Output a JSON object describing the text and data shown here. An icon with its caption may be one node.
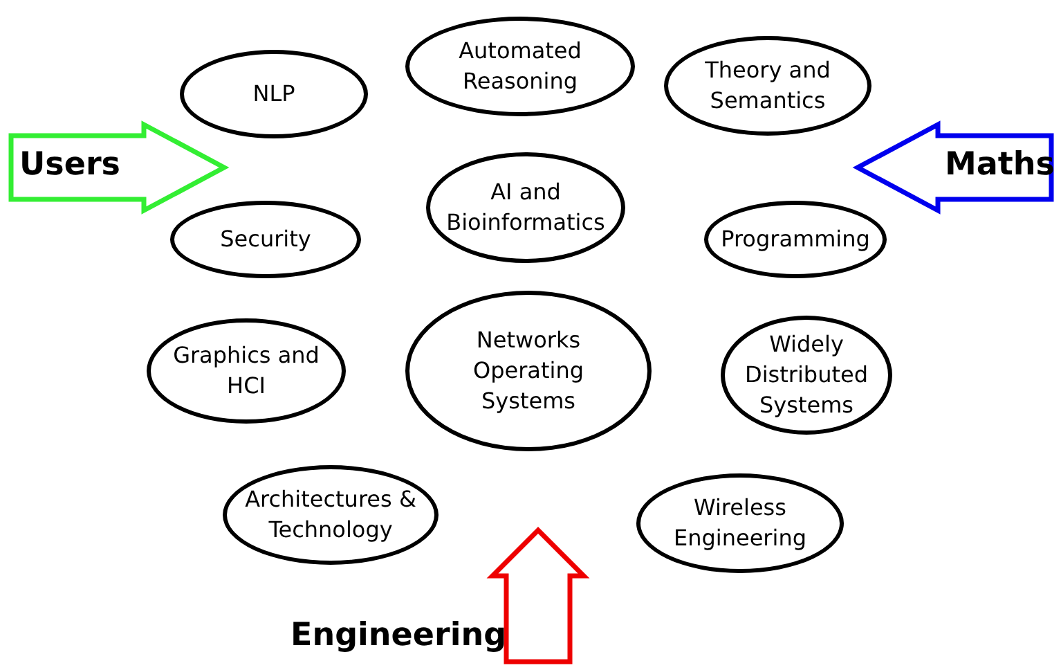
{
  "diagram": {
    "nodes": [
      {
        "text": [
          "NLP"
        ]
      },
      {
        "text": [
          "Automated Reasoning"
        ]
      },
      {
        "text": [
          "Theory and Semantics"
        ]
      },
      {
        "text": [
          "AI and Bioinformatics"
        ]
      },
      {
        "text": [
          "Security"
        ]
      },
      {
        "text": [
          "Programming"
        ]
      },
      {
        "text": [
          "Graphics and HCI"
        ]
      },
      {
        "text": [
          "Networks Operating Systems"
        ]
      },
      {
        "text": [
          "Widely Distributed Systems"
        ]
      },
      {
        "text": [
          "Architectures & Technology"
        ]
      },
      {
        "text": [
          "Wireless Engineering"
        ]
      }
    ],
    "labels": [
      "Users",
      "Maths",
      "Engineering"
    ]
  }
}
